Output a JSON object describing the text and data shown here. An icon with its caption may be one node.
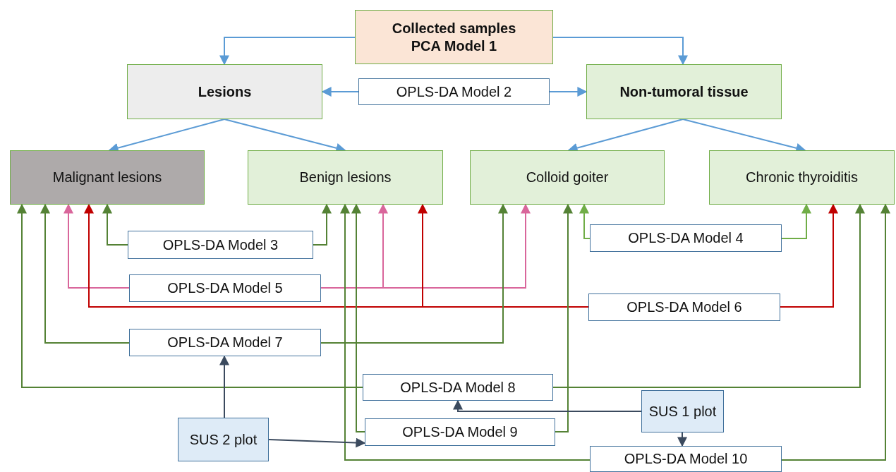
{
  "diagram": {
    "nodes": [
      {
        "text": [
          "Collected samples",
          "PCA Model 1"
        ]
      },
      {
        "text": [
          "Lesions"
        ]
      },
      {
        "text": [
          "OPLS-DA Model 2"
        ]
      },
      {
        "text": [
          "Non-tumoral tissue"
        ]
      },
      {
        "text": [
          "Malignant lesions"
        ]
      },
      {
        "text": [
          "Benign lesions"
        ]
      },
      {
        "text": [
          "Colloid goiter"
        ]
      },
      {
        "text": [
          "Chronic thyroiditis"
        ]
      },
      {
        "text": [
          "OPLS-DA Model 3"
        ]
      },
      {
        "text": [
          "OPLS-DA Model 4"
        ]
      },
      {
        "text": [
          "OPLS-DA Model 5"
        ]
      },
      {
        "text": [
          "OPLS-DA Model 6"
        ]
      },
      {
        "text": [
          "OPLS-DA Model 7"
        ]
      },
      {
        "text": [
          "OPLS-DA Model 8"
        ]
      },
      {
        "text": [
          "SUS 1 plot"
        ]
      },
      {
        "text": [
          "OPLS-DA Model 9"
        ]
      },
      {
        "text": [
          "SUS 2 plot"
        ]
      },
      {
        "text": [
          "OPLS-DA Model 10"
        ]
      }
    ],
    "edges": [
      {
        "from": 0,
        "to": 1,
        "arrow": "to",
        "color": "#5b9bd5"
      },
      {
        "from": 0,
        "to": 3,
        "arrow": "to",
        "color": "#5b9bd5"
      },
      {
        "from": 2,
        "to": 1,
        "arrow": "to",
        "color": "#5b9bd5"
      },
      {
        "from": 2,
        "to": 3,
        "arrow": "to",
        "color": "#5b9bd5"
      },
      {
        "from": 1,
        "to": 4,
        "arrow": "to",
        "color": "#5b9bd5"
      },
      {
        "from": 1,
        "to": 5,
        "arrow": "to",
        "color": "#5b9bd5"
      },
      {
        "from": 3,
        "to": 6,
        "arrow": "to",
        "color": "#5b9bd5"
      },
      {
        "from": 3,
        "to": 7,
        "arrow": "to",
        "color": "#5b9bd5"
      },
      {
        "from": 8,
        "to": 4,
        "arrow": "to"
      },
      {
        "from": 8,
        "to": 5,
        "arrow": "to"
      },
      {
        "from": 9,
        "to": 6,
        "arrow": "to",
        "color": "#70ad47"
      },
      {
        "from": 9,
        "to": 7,
        "arrow": "to",
        "color": "#70ad47"
      },
      {
        "from": 10,
        "to": 4,
        "arrow": "to",
        "color": "#d9669b"
      },
      {
        "from": 10,
        "to": 5,
        "arrow": "to",
        "color": "#d9669b"
      },
      {
        "from": 10,
        "to": 6,
        "arrow": "to",
        "color": "#d9669b"
      },
      {
        "from": 11,
        "to": 4,
        "arrow": "to",
        "color": "#c00000"
      },
      {
        "from": 11,
        "to": 5,
        "arrow": "to",
        "color": "#c00000"
      },
      {
        "from": 11,
        "to": 7,
        "arrow": "to",
        "color": "#c00000"
      },
      {
        "from": 12,
        "to": 4,
        "arrow": "to"
      },
      {
        "from": 12,
        "to": 6,
        "arrow": "to"
      },
      {
        "from": 13,
        "to": 4,
        "arrow": "to"
      },
      {
        "from": 13,
        "to": 7,
        "arrow": "to"
      },
      {
        "from": 15,
        "to": 5,
        "arrow": "to"
      },
      {
        "from": 15,
        "to": 6,
        "arrow": "to"
      },
      {
        "from": 17,
        "to": 5,
        "arrow": "to"
      },
      {
        "from": 17,
        "to": 7,
        "arrow": "to"
      },
      {
        "from": 16,
        "to": 12,
        "arrow": "to",
        "color": "#3b4a5e"
      },
      {
        "from": 16,
        "to": 15,
        "arrow": "to",
        "color": "#3b4a5e"
      },
      {
        "from": 14,
        "to": 13,
        "arrow": "to",
        "color": "#3b4a5e"
      },
      {
        "from": 14,
        "to": 17,
        "arrow": "to",
        "color": "#3b4a5e"
      }
    ]
  }
}
